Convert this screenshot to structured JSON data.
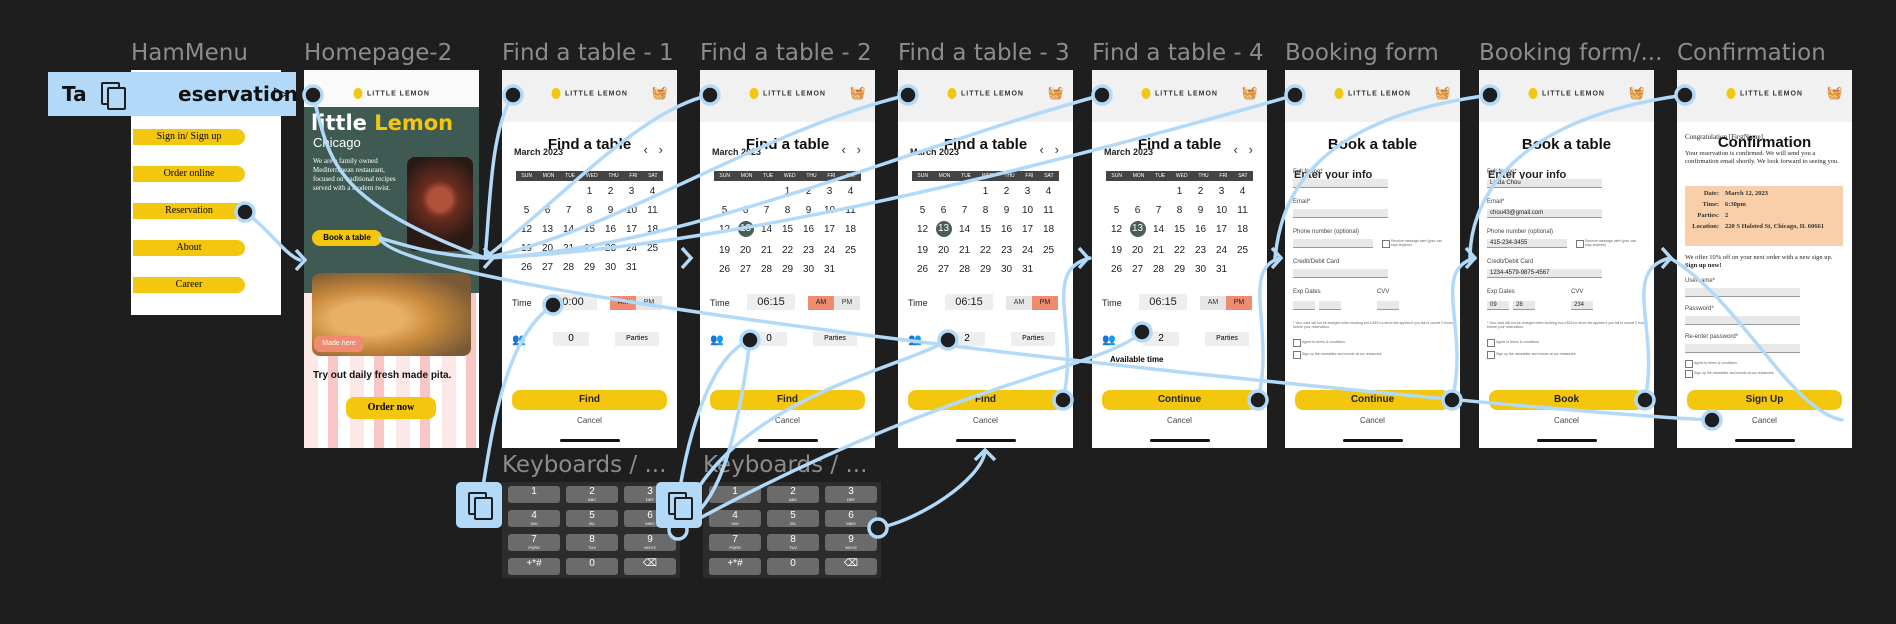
{
  "canvas": {
    "background": "#1e1e1e",
    "flow_color": "#b2daf8",
    "accent": "#f4c70f",
    "dark_green": "#495e57",
    "salmon": "#ef8b6f"
  },
  "frames": {
    "hammenu": {
      "label": "HamMenu",
      "items": [
        "Sign in/ Sign up",
        "Order online",
        "Reservation",
        "About",
        "Career"
      ]
    },
    "homepage": {
      "label": "Homepage-2",
      "brand": "LITTLE LEMON",
      "hero_little": "little",
      "hero_lemon": "Lemon",
      "hero_city": "Chicago",
      "hero_text": "We are a family owned Mediterranean restaurant, focused on traditional recipes served with a modern twist.",
      "hero_button": "Book a table",
      "made_here": "Made here",
      "promo": "Try out daily fresh made pita.",
      "order_button": "Order now"
    },
    "find1": {
      "label": "Find a table - 1",
      "time": "0:00",
      "party": "0"
    },
    "find2": {
      "label": "Find a table - 2",
      "time": "06:15",
      "party": "0"
    },
    "find3": {
      "label": "Find a table - 3",
      "time": "06:15",
      "party": "2"
    },
    "find4": {
      "label": "Find a table - 4",
      "time": "06:15",
      "party": "2",
      "available": "Available time",
      "cta": "Continue"
    },
    "booking": {
      "label": "Booking form",
      "title": "Book a table",
      "sub": "Enter your info",
      "cta": "Continue"
    },
    "booking2": {
      "label": "Booking form/...",
      "title": "Book a table",
      "sub": "Enter your info",
      "cta": "Book",
      "name": "Linda Chou",
      "email": "chou43@gmail.com",
      "phone": "415-234-3455",
      "card": "1234-4579-9875-4567",
      "exp_m": "09",
      "exp_y": "28",
      "cvv": "234"
    },
    "confirmation": {
      "label": "Confirmation",
      "title": "Confirmation",
      "congrats": "Congratulation [FirstName],",
      "body": "Your reservation is confirmed. We will send you a confirmation email shortly. We look forward to seeing you.",
      "date_k": "Date:",
      "date_v": "March 12, 2023",
      "time_k": "Time:",
      "time_v": "6:30pm",
      "parties_k": "Parties:",
      "parties_v": "2",
      "loc_k": "Location:",
      "loc_v": "220 S Halsted St, Chicago, IL 60661",
      "offer": "We offer 10% off on your next order with a new sign up.",
      "offer_bold": "Sign up now!",
      "username": "Username*",
      "password": "Password*",
      "reenter": "Re-enter password*",
      "agree": "Agree to terms & conditions",
      "newsletter": "Sign up the newsletter and events at our restaurant.",
      "cta": "Sign Up",
      "cancel": "Cancel"
    }
  },
  "shared": {
    "screen_title": "Find a table",
    "month": "March 2023",
    "weekdays": [
      "SUN",
      "MON",
      "TUE",
      "WED",
      "THU",
      "FRI",
      "SAT"
    ],
    "days": [
      "",
      "",
      "",
      "1",
      "2",
      "3",
      "4",
      "5",
      "6",
      "7",
      "8",
      "9",
      "10",
      "11",
      "12",
      "13",
      "14",
      "15",
      "16",
      "17",
      "18",
      "19",
      "20",
      "21",
      "22",
      "23",
      "24",
      "25",
      "26",
      "27",
      "28",
      "29",
      "30",
      "31",
      "",
      ""
    ],
    "time_label": "Time",
    "am": "AM",
    "pm": "PM",
    "parties_btn": "Parties",
    "find": "Find",
    "cancel": "Cancel",
    "full_name": "Full Name*",
    "email": "Email*",
    "phone": "Phone number (optional)",
    "card": "Credit/Debit Card",
    "exp": "Exp Dates",
    "cvv": "CVV",
    "receive_sms": "Receive message alert (your can stop anytime)",
    "fine_print": "* Your card will not be charged when booking but a $15 no-show fee applies if you fail to cancel 2 hours before your reservation.",
    "agree": "Agree to terms & conditions",
    "newsletter": "Sign up the newsletter and events at our restaurant."
  },
  "keyboard": {
    "label": "Keyboards / ...",
    "keys": [
      [
        "1",
        ""
      ],
      [
        "2",
        "ABC"
      ],
      [
        "3",
        "DEF"
      ],
      [
        "4",
        "GHI"
      ],
      [
        "5",
        "JKL"
      ],
      [
        "6",
        "MNO"
      ],
      [
        "7",
        "PQRS"
      ],
      [
        "8",
        "TUV"
      ],
      [
        "9",
        "WXYZ"
      ],
      [
        "+*#",
        ""
      ],
      [
        "0",
        ""
      ],
      [
        "⌫",
        ""
      ]
    ]
  },
  "overlay": {
    "prefix": "Ta",
    "text": "eservation"
  }
}
